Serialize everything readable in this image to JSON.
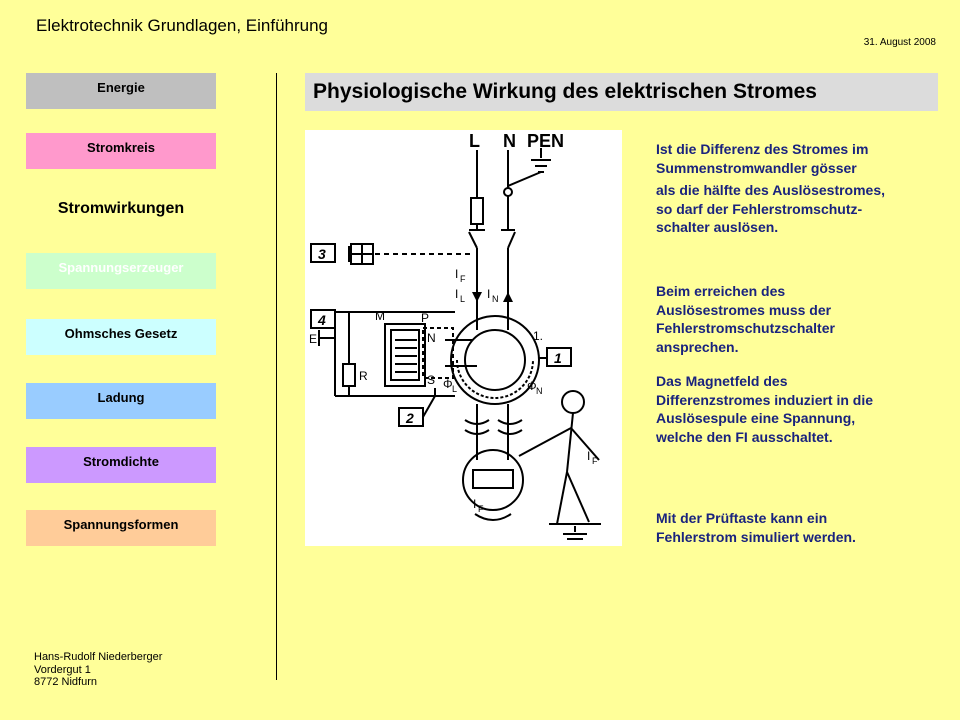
{
  "header": {
    "title": "Elektrotechnik Grundlagen, Einführung",
    "date": "31. August 2008"
  },
  "nav": {
    "energie": "Energie",
    "stromkreis": "Stromkreis",
    "stromwirkungen": "Stromwirkungen",
    "spannungserzeuger": "Spannungserzeuger",
    "ohmsches_gesetz": "Ohmsches Gesetz",
    "ladung": "Ladung",
    "stromdichte": "Stromdichte",
    "spannungsformen": "Spannungsformen"
  },
  "footer": {
    "name": "Hans-Rudolf Niederberger",
    "street": "Vordergut 1",
    "city": "8772 Nidfurn"
  },
  "slide": {
    "title": "Physiologische Wirkung des elektrischen Stromes",
    "para1_line1": "Ist die Differenz des Stromes im",
    "para1_line2": "Summenstromwandler gösser",
    "para1_line3": "als die hälfte des Auslösestromes,",
    "para1_line4": "so darf der Fehlerstromschutz-",
    "para1_line5": "schalter auslösen.",
    "para2_line1": "Beim erreichen des",
    "para2_line2": "Auslösestromes muss der",
    "para2_line3": "Fehlerstromschutzschalter",
    "para2_line4": "ansprechen.",
    "para3_line1": "Das Magnetfeld des",
    "para3_line2": "Differenzstromes induziert in die",
    "para3_line3": "Auslösespule eine Spannung,",
    "para3_line4": "welche den FI ausschaltet.",
    "para4_line1": "Mit der Prüftaste kann ein",
    "para4_line2": "Fehlerstrom simuliert werden."
  },
  "diagram": {
    "L": "L",
    "N": "N",
    "PEN": "PEN",
    "box3": "3",
    "box4": "4",
    "box2": "2",
    "box1": "1",
    "label_1dot": "1.",
    "M": "M",
    "P": "P",
    "Ncoil": "N",
    "S": "S",
    "R": "R",
    "E": "E",
    "IF": "I",
    "IF_sub": "F",
    "IL": "I",
    "IL_sub": "L",
    "IN": "I",
    "IN_sub": "N",
    "PhiL": "Φ",
    "PhiL_sub": "L",
    "PhiN": "Φ",
    "PhiN_sub": "N",
    "IF2": "I",
    "IF2_sub": "F",
    "IF3": "I",
    "IF3_sub": "F"
  },
  "colors": {
    "background": "#ffff99",
    "energie": "#bfbfbf",
    "stromkreis": "#ff99cc",
    "spannungserzeuger": "#ccffcc",
    "ohmsches_gesetz": "#ccffff",
    "ladung": "#99ccff",
    "stromdichte": "#cc99ff",
    "spannungsformen": "#ffcc99",
    "body_text": "#1a237e"
  }
}
